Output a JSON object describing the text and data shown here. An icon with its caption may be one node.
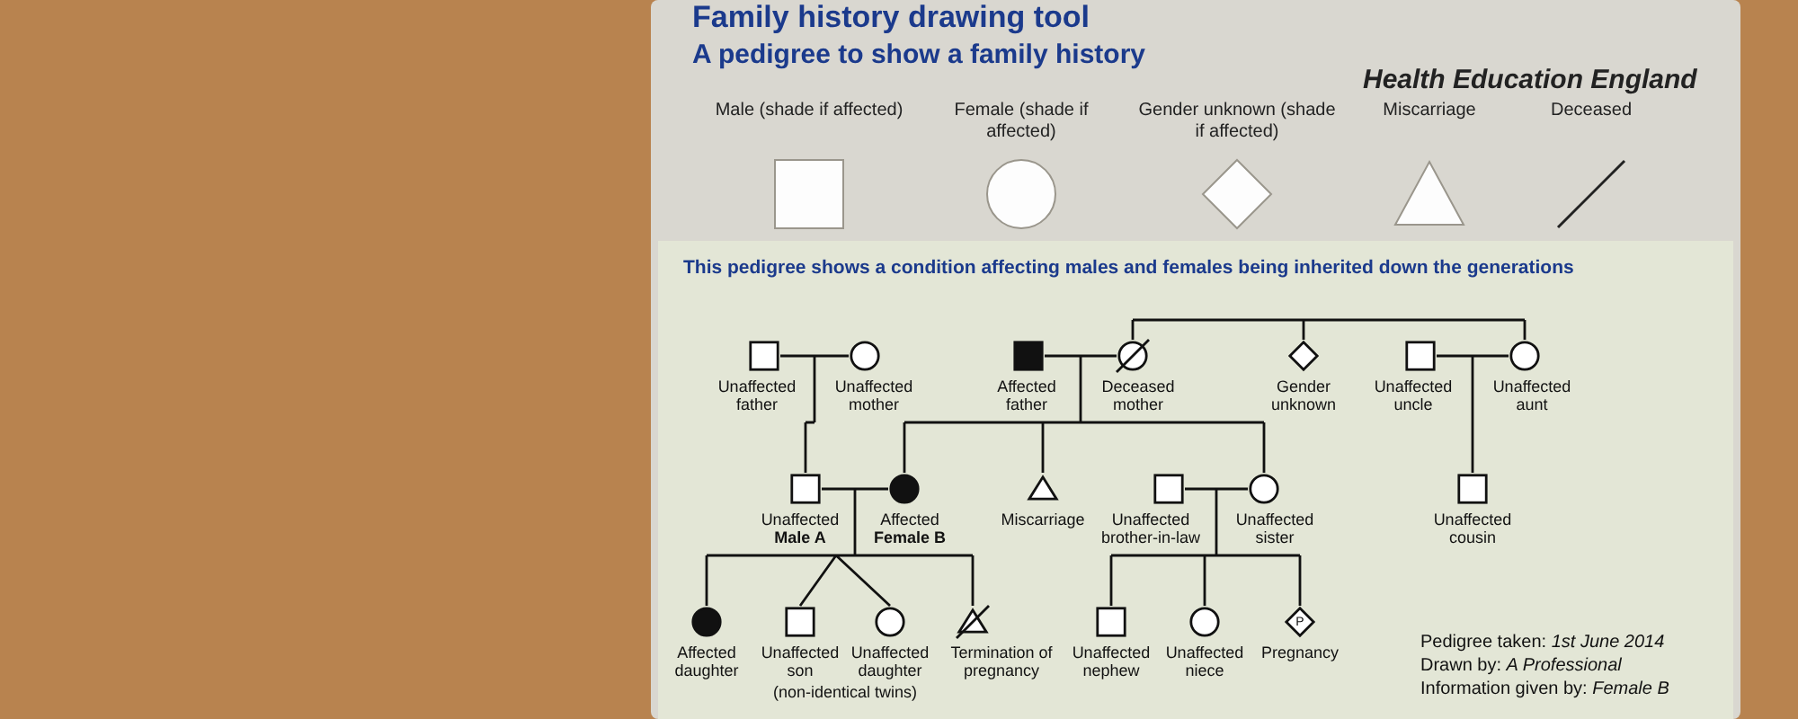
{
  "diagram": {
    "title": "Family history drawing tool",
    "nodes": [
      {
        "text": [],
        "shape": "box",
        "beside": [
          "Unaffected father"
        ]
      },
      {
        "text": [],
        "shape": "circle",
        "beside": [
          "Unaffected mother"
        ]
      },
      {
        "text": [],
        "shape": "box",
        "beside": [
          "Affected father"
        ]
      },
      {
        "text": [],
        "shape": "circle",
        "beside": [
          "Deceased mother"
        ]
      },
      {
        "text": [],
        "shape": "diamond",
        "beside": [
          "Gender unknown"
        ]
      },
      {
        "text": [],
        "shape": "box",
        "beside": [
          "Unaffected uncle"
        ]
      },
      {
        "text": [],
        "shape": "circle",
        "beside": [
          "Unaffected aunt"
        ]
      },
      {
        "text": [],
        "shape": "box",
        "beside": [
          "Unaffected **Male A**"
        ]
      },
      {
        "text": [],
        "shape": "circle",
        "beside": [
          "Affected **Female B**"
        ]
      },
      {
        "text": [],
        "shape": "triangle",
        "beside": [
          "Miscarriage"
        ]
      },
      {
        "text": [],
        "shape": "box",
        "beside": [
          "Unaffected brother-in-law"
        ]
      },
      {
        "text": [],
        "shape": "circle",
        "beside": [
          "Unaffected sister"
        ]
      },
      {
        "text": [],
        "shape": "box",
        "beside": [
          "Unaffected cousin"
        ]
      },
      {
        "text": [],
        "shape": "circle",
        "beside": [
          "Affected daughter"
        ]
      },
      {
        "text": [],
        "shape": "box",
        "beside": [
          "Unaffected son"
        ]
      },
      {
        "text": [],
        "shape": "circle",
        "beside": [
          "Unaffected daughter"
        ]
      },
      {
        "text": [],
        "shape": "triangle",
        "beside": [
          "Termination of pregnancy"
        ]
      },
      {
        "text": [],
        "shape": "box",
        "beside": [
          "Unaffected nephew"
        ]
      },
      {
        "text": [],
        "shape": "circle",
        "beside": [
          "Unaffected niece"
        ]
      },
      {
        "text": [
          "P"
        ],
        "beside": [
          "Pregnancy"
        ]
      }
    ],
    "edges": [
      {
        "from": 0,
        "to": 1,
        "arrow": "none"
      },
      {
        "from": 2,
        "to": 3,
        "arrow": "none"
      },
      {
        "from": 5,
        "to": 6,
        "arrow": "none"
      },
      {
        "from": 7,
        "to": 8,
        "arrow": "none"
      },
      {
        "from": 10,
        "to": 11,
        "arrow": "none"
      },
      {
        "from": 3,
        "to": 4,
        "arrow": "none"
      },
      {
        "from": 3,
        "to": 6,
        "arrow": "none"
      },
      {
        "from": 0,
        "to": 7,
        "arrow": "none"
      },
      {
        "from": 1,
        "to": 7,
        "arrow": "none"
      },
      {
        "from": 2,
        "to": 8,
        "arrow": "none"
      },
      {
        "from": 3,
        "to": 8,
        "arrow": "none"
      },
      {
        "from": 2,
        "to": 9,
        "arrow": "none"
      },
      {
        "from": 3,
        "to": 9,
        "arrow": "none"
      },
      {
        "from": 2,
        "to": 11,
        "arrow": "none"
      },
      {
        "from": 3,
        "to": 11,
        "arrow": "none"
      },
      {
        "from": 5,
        "to": 12,
        "arrow": "none"
      },
      {
        "from": 6,
        "to": 12,
        "arrow": "none"
      },
      {
        "from": 7,
        "to": 13,
        "arrow": "none"
      },
      {
        "from": 8,
        "to": 13,
        "arrow": "none"
      },
      {
        "from": 7,
        "to": 14,
        "arrow": "none"
      },
      {
        "from": 8,
        "to": 14,
        "arrow": "none"
      },
      {
        "from": 7,
        "to": 15,
        "arrow": "none"
      },
      {
        "from": 8,
        "to": 15,
        "arrow": "none"
      },
      {
        "from": 7,
        "to": 16,
        "arrow": "none"
      },
      {
        "from": 8,
        "to": 16,
        "arrow": "none"
      },
      {
        "from": 10,
        "to": 17,
        "arrow": "none"
      },
      {
        "from": 11,
        "to": 17,
        "arrow": "none"
      },
      {
        "from": 10,
        "to": 18,
        "arrow": "none"
      },
      {
        "from": 11,
        "to": 18,
        "arrow": "none"
      },
      {
        "from": 10,
        "to": 19,
        "arrow": "none"
      },
      {
        "from": 11,
        "to": 19,
        "arrow": "none"
      }
    ],
    "labels": [
      "A pedigree to show a family history",
      "Health Education England",
      "This pedigree shows a condition affecting males and females being inherited down the generations",
      "(non-identical twins)",
      "Pedigree taken: *1st June 2014*",
      "Drawn by: *A Professional*",
      "Information given by: *Female B*"
    ],
    "legend": [
      {
        "text": "Male (shade if affected)"
      },
      {
        "text": "Female (shade if affected)"
      },
      {
        "text": "Gender unknown (shade if affected)"
      },
      {
        "text": "Miscarriage"
      },
      {
        "text": "Deceased"
      }
    ]
  }
}
